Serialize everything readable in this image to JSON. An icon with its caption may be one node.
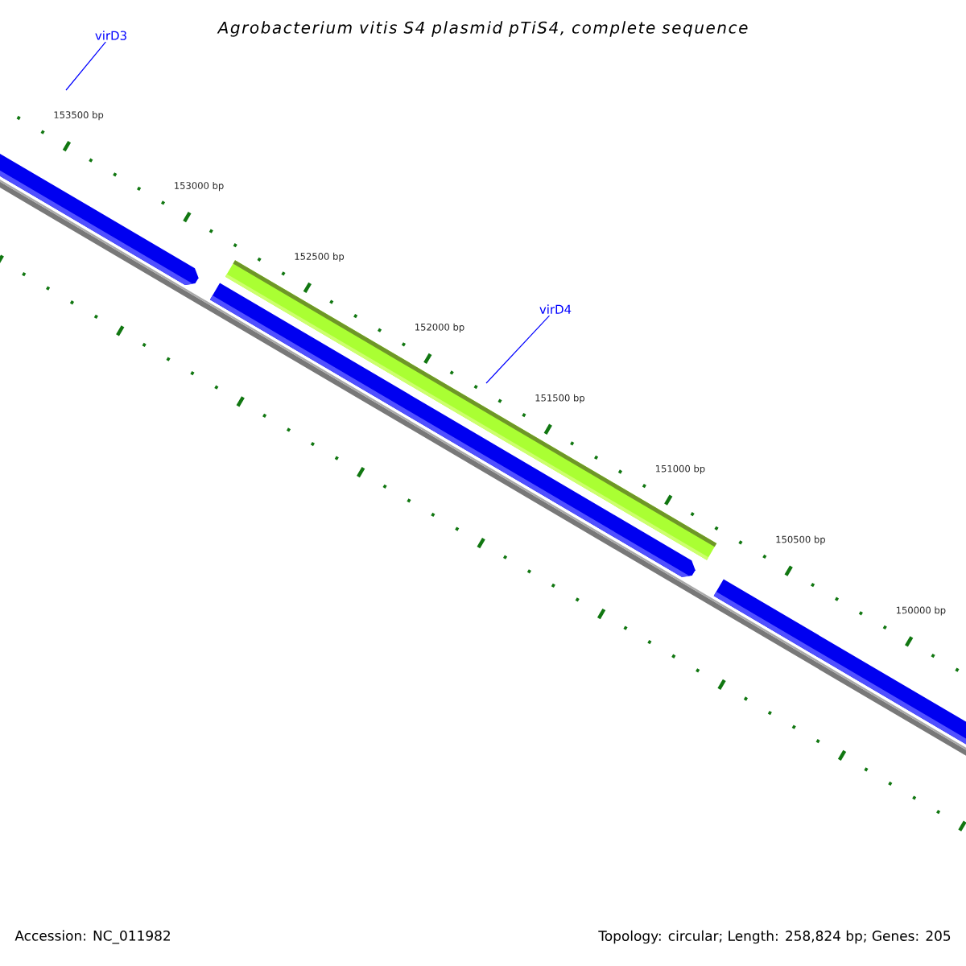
{
  "diagram": {
    "title": "Agrobacterium vitis S4 plasmid pTiS4, complete sequence",
    "nodes": [
      {
        "text": [
          "virD3"
        ]
      },
      {
        "text": [
          "virD4"
        ]
      }
    ],
    "edges": [
      {
        "from": 0,
        "to": null,
        "arrow": "none"
      },
      {
        "from": 1,
        "to": null,
        "arrow": "none"
      }
    ],
    "labels": [
      "153500 bp",
      "153000 bp",
      "152500 bp",
      "152000 bp",
      "151500 bp",
      "151000 bp",
      "150500 bp",
      "150000 bp",
      "Accession: NC_011982",
      "Topology: circular; Length: 258,824 bp; Genes: 205"
    ]
  }
}
